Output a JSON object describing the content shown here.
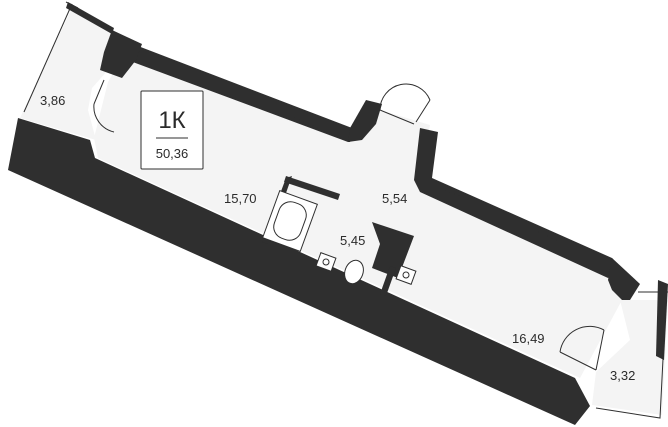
{
  "unit": {
    "code": "1К",
    "total_area": "50,36"
  },
  "rooms": {
    "balcony_left": "3,86",
    "living_room": "15,70",
    "hallway": "5,54",
    "bathroom": "5,45",
    "kitchen_living": "16,49",
    "balcony_right": "3,32"
  },
  "colors": {
    "wall": "#2f2f2f",
    "floor": "#f4f4f4",
    "background": "#ffffff"
  }
}
